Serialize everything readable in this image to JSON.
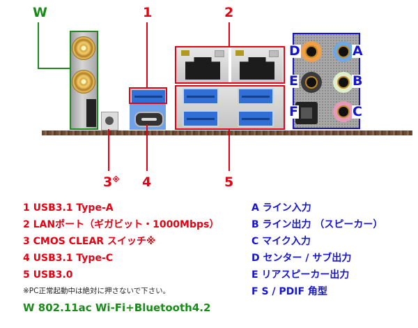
{
  "callouts": {
    "w": "W",
    "n1": "1",
    "n2": "2",
    "n3": "3",
    "n3_mark": "※",
    "n4": "4",
    "n5": "5",
    "audio": [
      "A",
      "B",
      "C",
      "D",
      "E",
      "F"
    ]
  },
  "legend_left": [
    "1 USB3.1 Type-A",
    "2 LANポート（ギガビット・1000Mbps）",
    "3 CMOS CLEAR スイッチ※",
    "4 USB3.1 Type-C",
    "5 USB3.0"
  ],
  "note": "※PC正常起動中は絶対に押さないで下さい。",
  "wifi_legend": "W 802.11ac Wi-Fi+Bluetooth4.2",
  "legend_right": [
    "A ライン入力",
    "B ライン出力 （スピーカー）",
    "C マイク入力",
    "D センター / サブ出力",
    "E リアスピーカー出力",
    "F S / PDIF 角型"
  ],
  "colors": {
    "red": "#e60012",
    "green": "#1a8a1a",
    "blue": "#1414d2",
    "jack_a": "#6fa8e0",
    "jack_b": "#dfeecb",
    "jack_c": "#e79ab8",
    "jack_d": "#f0a04a",
    "jack_e": "#3a3a3a"
  }
}
